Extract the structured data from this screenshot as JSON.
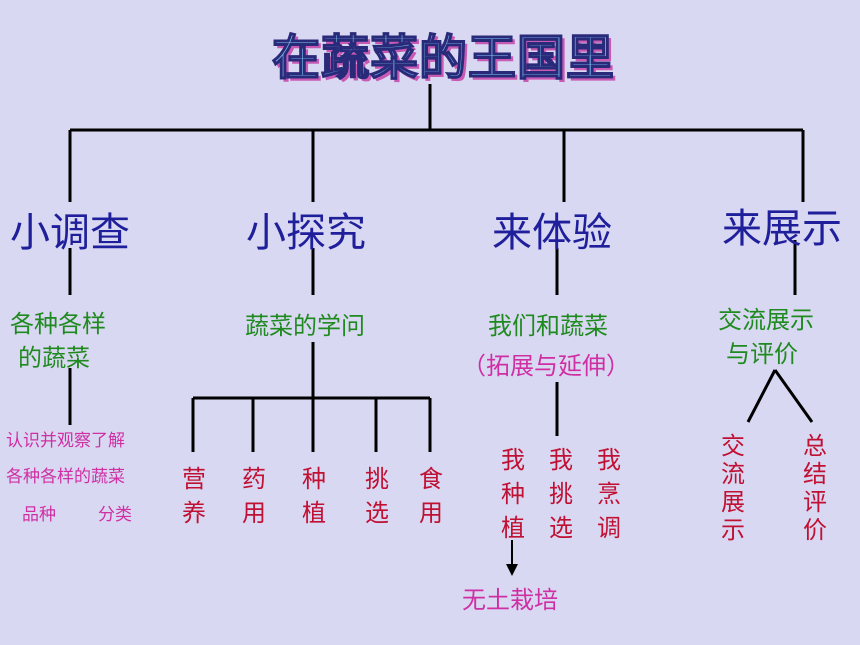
{
  "title": "在蔬菜的王国里",
  "categories": [
    {
      "label": "小调查"
    },
    {
      "label": "小探究"
    },
    {
      "label": "来体验"
    },
    {
      "label": "来展示"
    }
  ],
  "branch1": {
    "sub_line1": "各种各样",
    "sub_line2": "的蔬菜",
    "detail_line1": "认识并观察了解",
    "detail_line2": "各种各样的蔬菜",
    "detail_line3a": "品种",
    "detail_line3b": "分类"
  },
  "branch2": {
    "sub": "蔬菜的学问",
    "leaves": [
      "营养",
      "药用",
      "种植",
      "挑选",
      "食用"
    ]
  },
  "branch3": {
    "sub_line1": "我们和蔬菜",
    "sub_line2": "（拓展与延伸）",
    "leaves": [
      "我种植",
      "我挑选",
      "我烹调"
    ],
    "extra": "无土栽培"
  },
  "branch4": {
    "sub_line1": "交流展示",
    "sub_line2": "与评价",
    "leaves": [
      "交流展示",
      "总结评价"
    ]
  },
  "colors": {
    "background": "#d9d8f2",
    "category": "#1f1f9c",
    "sub": "#1f8a1f",
    "detail": "#d02fa4",
    "leaf": "#c01033",
    "lines": "#000000"
  }
}
